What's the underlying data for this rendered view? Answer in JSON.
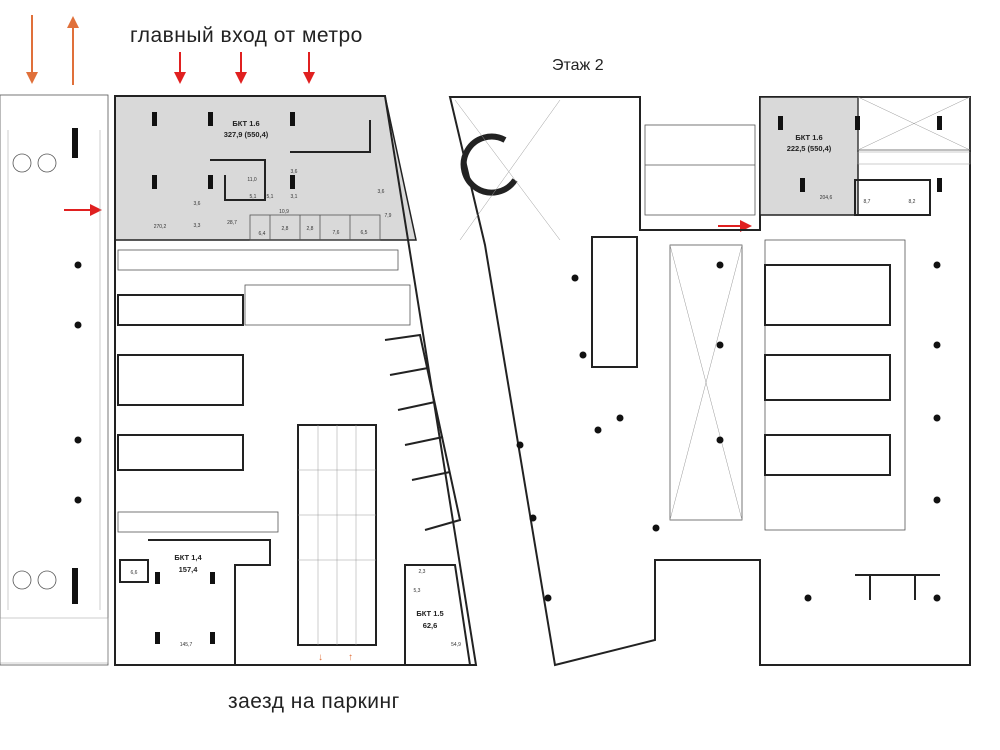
{
  "labels": {
    "main_entrance": "главный вход от метро",
    "floor2": "Этаж 2",
    "parking_entry": "заезд на паркинг"
  },
  "units": {
    "bkt16_f1": {
      "name": "БКТ 1.6",
      "area": "327,9 (550,4)"
    },
    "bkt16_f2": {
      "name": "БКТ 1.6",
      "area": "222,5 (550,4)"
    },
    "bkt14": {
      "name": "БКТ 1,4",
      "area": "157,4"
    },
    "bkt15": {
      "name": "БКТ 1.5",
      "area": "62,6"
    }
  },
  "rooms_f1": [
    "270,2",
    "3,6",
    "3,3",
    "28,7",
    "11,0",
    "5,1",
    "5,1",
    "3,6",
    "3,1",
    "3,6",
    "7,9",
    "10,9",
    "6,4",
    "2,8",
    "2,8",
    "7,6",
    "6,5"
  ],
  "rooms_f2": [
    "204,6",
    "8,7",
    "8,2"
  ],
  "rooms_bkt14": [
    "6,6",
    "145,7"
  ],
  "rooms_bkt15": [
    "2,3",
    "5,3",
    "54,9"
  ],
  "colors": {
    "arrow_orange": "#e0703a",
    "arrow_red": "#e02020",
    "shade": "#d9d9d9"
  }
}
